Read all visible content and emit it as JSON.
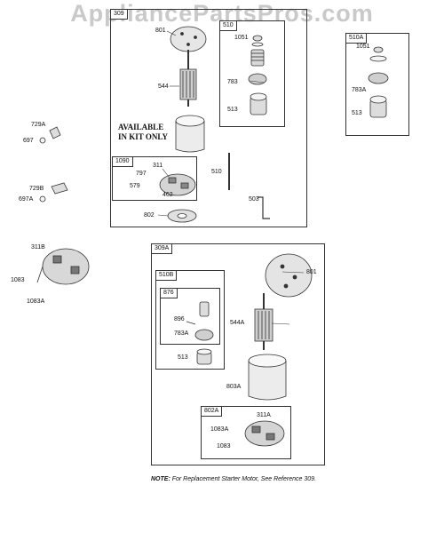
{
  "watermark": "AppliancePartsPros.com",
  "kit_text": {
    "line1": "AVAILABLE",
    "line2": "IN KIT ONLY"
  },
  "boxes": {
    "b309": "309",
    "b510": "510",
    "b510a": "510A",
    "b1090": "1090",
    "b309a": "309A",
    "b510b": "510B",
    "b876": "876",
    "b802a": "802A"
  },
  "labels": {
    "p801": "801",
    "p544": "544",
    "p1051": "1051",
    "p783": "783",
    "p513": "513",
    "p510": "510",
    "p503": "503",
    "p802": "802",
    "p311": "311",
    "p797": "797",
    "p579": "579",
    "p462": "462",
    "p1051b": "1051",
    "p783a": "783A",
    "p513b": "513",
    "p729a": "729A",
    "p697": "697",
    "p729b": "729B",
    "p697a": "697A",
    "p311b": "311B",
    "p1083": "1083",
    "p1083a": "1083A",
    "p801b": "801",
    "p544a": "544A",
    "p896": "896",
    "p783ab": "783A",
    "p513c": "513",
    "p803a": "803A",
    "p311a": "311A",
    "p1083ab": "1083A",
    "p1083b": "1083"
  },
  "note": {
    "prefix": "NOTE:",
    "text": " For Replacement Starter Motor, See Reference 309."
  }
}
